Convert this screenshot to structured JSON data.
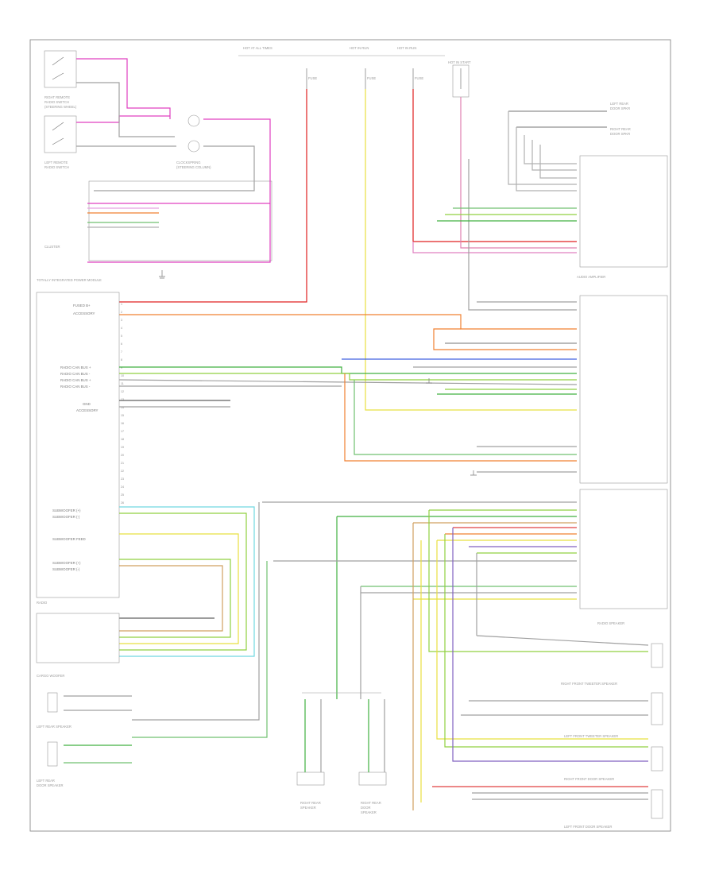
{
  "diagram": {
    "footer_code": "",
    "component_labels": [
      "RIGHT REMOTE RADIO SWITCH",
      "LEFT REMOTE RADIO SWITCH",
      "CLOCKSPRING",
      "CLUSTER",
      "TOTALLY INTEGRATED POWER MODULE",
      "RADIO",
      "AUDIO AMPLIFIER",
      "LEFT REAR SPEAKER",
      "RIGHT REAR SPEAKER",
      "LEFT REAR DOOR SPEAKER",
      "RIGHT FRONT TWEETER SPEAKER",
      "LEFT FRONT TWEETER SPEAKER",
      "RIGHT FRONT DOOR SPEAKER",
      "LEFT FRONT DOOR SPEAKER",
      "RADIO SPEAKER"
    ],
    "wire_colors": {
      "pink": "#e040c0",
      "red": "#e02020",
      "orange": "#f08030",
      "yellow": "#e8e040",
      "green": "#40b040",
      "light_green": "#90d040",
      "dark_green": "#207020",
      "blue": "#4060e0",
      "violet": "#8060c0",
      "tan": "#d0a060",
      "light_blue": "#70d8e0",
      "gray": "#b0b0b0",
      "dark_gray": "#606060"
    }
  }
}
